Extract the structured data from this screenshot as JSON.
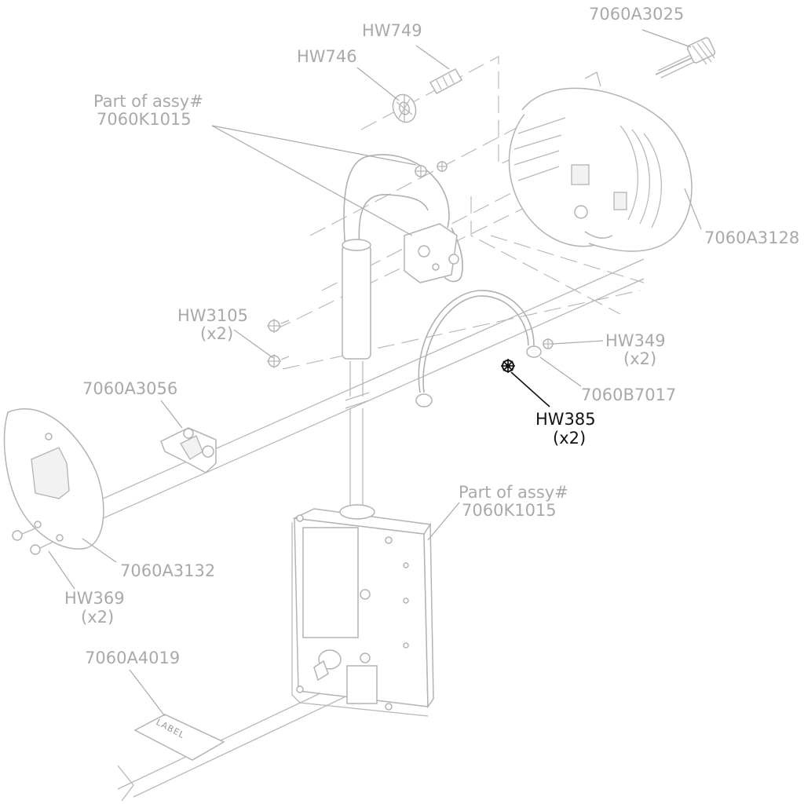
{
  "labels": {
    "hw7060a3025": "7060A3025",
    "hw749": "HW749",
    "hw746": "HW746",
    "assy_top_line1": "Part of assy#",
    "assy_top_line2": "7060K1015",
    "p7060a3128": "7060A3128",
    "hw3105_line1": "HW3105",
    "hw3105_line2": "(x2)",
    "hw349_line1": "HW349",
    "hw349_line2": "(x2)",
    "p7060b7017": "7060B7017",
    "hw385_line1": "HW385",
    "hw385_line2": "(x2)",
    "p7060a3056": "7060A3056",
    "assy_bottom_line1": "Part of assy#",
    "assy_bottom_line2": "7060K1015",
    "p7060a3132": "7060A3132",
    "hw369_line1": "HW369",
    "hw369_line2": "(x2)",
    "p7060a4019": "7060A4019",
    "label_tag": "LABEL"
  },
  "colors": {
    "label_gray": "#a9a9a9",
    "highlight": "#111111",
    "line_gray": "#b8b8b8"
  }
}
